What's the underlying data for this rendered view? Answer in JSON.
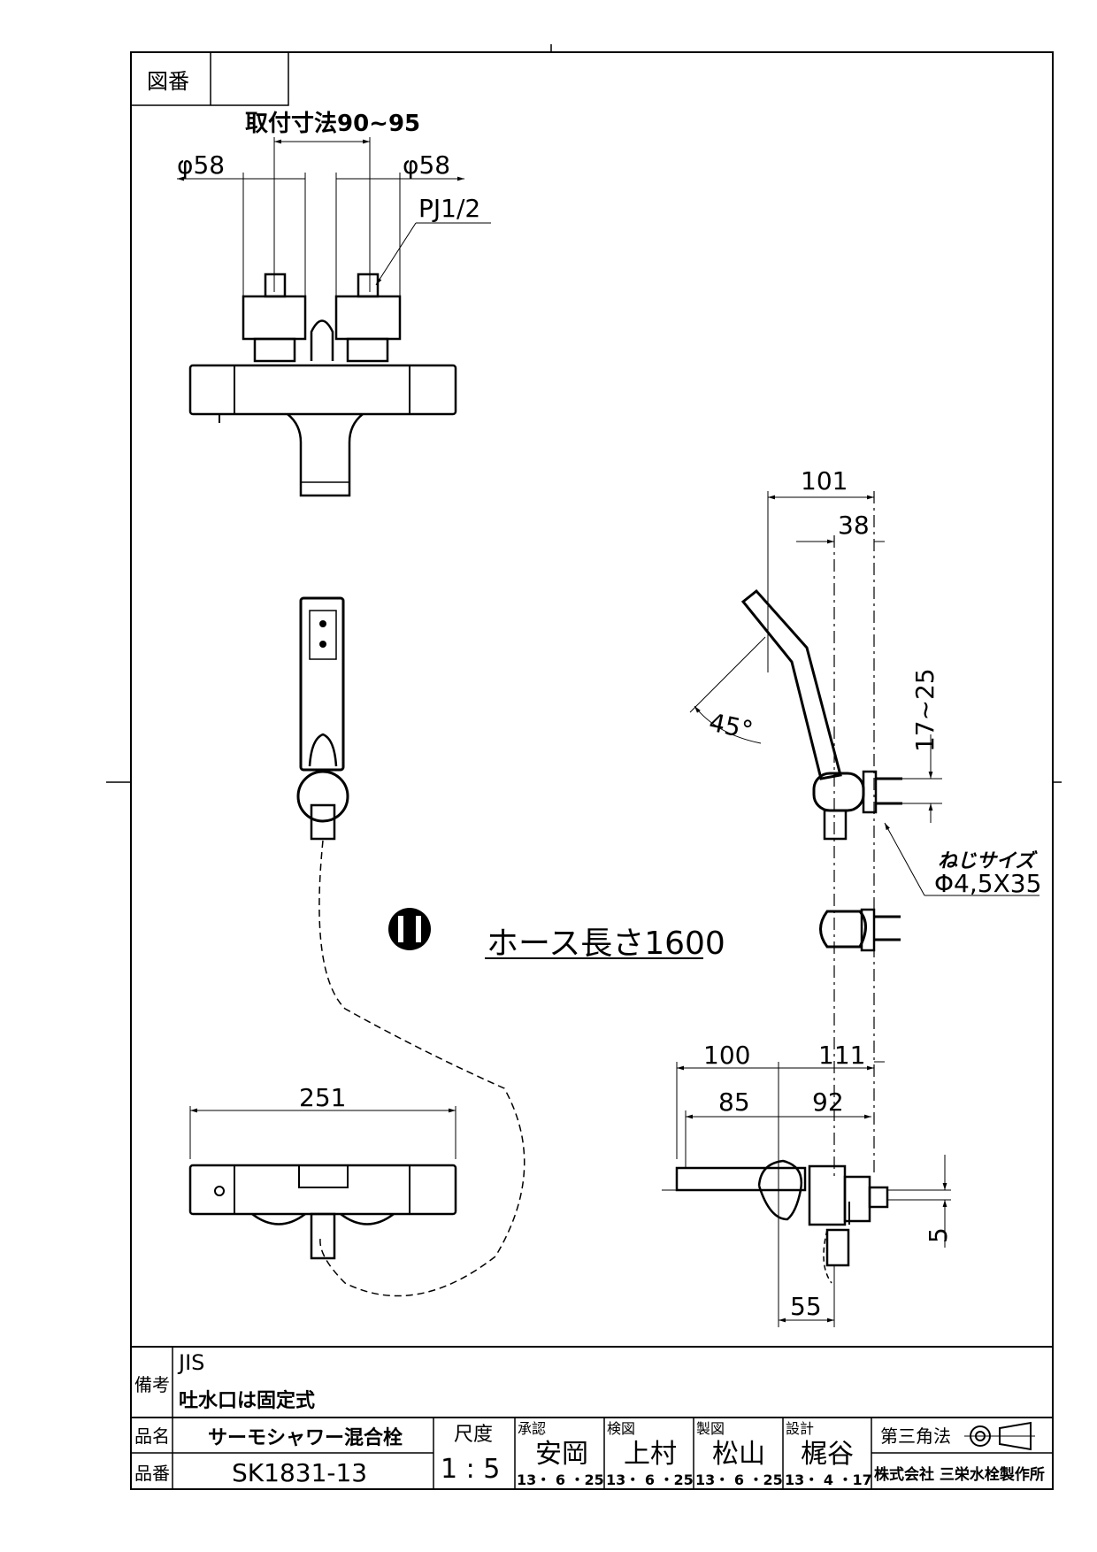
{
  "frame": {
    "drawing_number_label": "図番",
    "drawing_number_value": ""
  },
  "top_view": {
    "mount_dim": "取付寸法90~95",
    "dia_left": "φ58",
    "dia_right": "φ58",
    "thread": "PJ1/2"
  },
  "side_view": {
    "dim_101": "101",
    "dim_38": "38",
    "angle": "45°",
    "dim_17_25": "17~25",
    "screw_label": "ねじサイズ",
    "screw_value": "Φ4,5X35"
  },
  "hose": {
    "label": "ホース長さ1600"
  },
  "front_view": {
    "dim_251": "251"
  },
  "right_view": {
    "dim_100": "100",
    "dim_111": "111",
    "dim_85": "85",
    "dim_92": "92",
    "dim_5": "5",
    "dim_55": "55"
  },
  "notes": {
    "label": "備考",
    "line1": "JIS",
    "line2": "吐水口は固定式"
  },
  "title_block": {
    "name_label": "品名",
    "name_value": "サーモシャワー混合栓",
    "number_label": "品番",
    "number_value": "SK1831-13",
    "scale_label": "尺度",
    "scale_value": "1 : 5",
    "approved_label": "承認",
    "approved_name": "安岡",
    "approved_date": "13・ 6 ・25",
    "checked_label": "検図",
    "checked_name": "上村",
    "checked_date": "13・ 6 ・25",
    "drawn_label": "製図",
    "drawn_name": "松山",
    "drawn_date": "13・ 6 ・25",
    "design_label": "設計",
    "design_name": "梶谷",
    "design_date": "13・ 4 ・17",
    "projection_label": "第三角法",
    "company": "株式会社 三栄水栓製作所"
  }
}
